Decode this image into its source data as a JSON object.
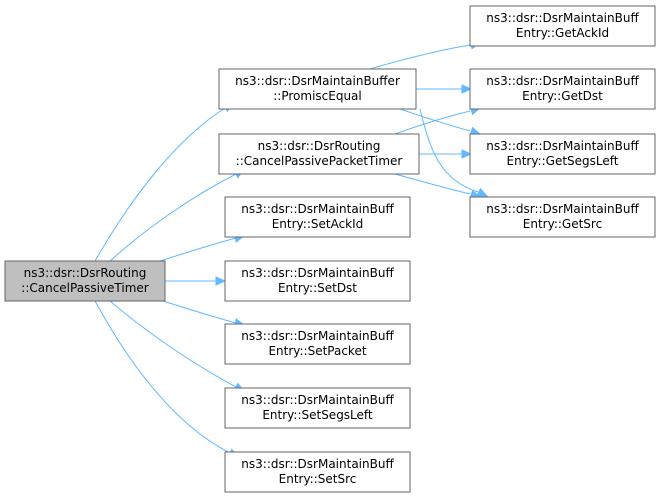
{
  "graph": {
    "nodes": [
      {
        "id": "root",
        "lines": [
          "ns3::dsr::DsrRouting",
          "::CancelPassiveTimer"
        ],
        "root": true
      },
      {
        "id": "promisc",
        "lines": [
          "ns3::dsr::DsrMaintainBuffer",
          "::PromiscEqual"
        ]
      },
      {
        "id": "cancelpkt",
        "lines": [
          "ns3::dsr::DsrRouting",
          "::CancelPassivePacketTimer"
        ]
      },
      {
        "id": "setackid",
        "lines": [
          "ns3::dsr::DsrMaintainBuff",
          "Entry::SetAckId"
        ]
      },
      {
        "id": "setdst",
        "lines": [
          "ns3::dsr::DsrMaintainBuff",
          "Entry::SetDst"
        ]
      },
      {
        "id": "setpacket",
        "lines": [
          "ns3::dsr::DsrMaintainBuff",
          "Entry::SetPacket"
        ]
      },
      {
        "id": "setsegsleft",
        "lines": [
          "ns3::dsr::DsrMaintainBuff",
          "Entry::SetSegsLeft"
        ]
      },
      {
        "id": "setsrc",
        "lines": [
          "ns3::dsr::DsrMaintainBuff",
          "Entry::SetSrc"
        ]
      },
      {
        "id": "getackid",
        "lines": [
          "ns3::dsr::DsrMaintainBuff",
          "Entry::GetAckId"
        ]
      },
      {
        "id": "getdst",
        "lines": [
          "ns3::dsr::DsrMaintainBuff",
          "Entry::GetDst"
        ]
      },
      {
        "id": "getsegsleft",
        "lines": [
          "ns3::dsr::DsrMaintainBuff",
          "Entry::GetSegsLeft"
        ]
      },
      {
        "id": "getsrc",
        "lines": [
          "ns3::dsr::DsrMaintainBuff",
          "Entry::GetSrc"
        ]
      }
    ],
    "edges": [
      {
        "from": "root",
        "to": "promisc"
      },
      {
        "from": "root",
        "to": "cancelpkt"
      },
      {
        "from": "root",
        "to": "setackid"
      },
      {
        "from": "root",
        "to": "setdst"
      },
      {
        "from": "root",
        "to": "setpacket"
      },
      {
        "from": "root",
        "to": "setsegsleft"
      },
      {
        "from": "root",
        "to": "setsrc"
      },
      {
        "from": "promisc",
        "to": "getackid"
      },
      {
        "from": "promisc",
        "to": "getdst"
      },
      {
        "from": "promisc",
        "to": "getsegsleft"
      },
      {
        "from": "promisc",
        "to": "getsrc"
      },
      {
        "from": "cancelpkt",
        "to": "getdst"
      },
      {
        "from": "cancelpkt",
        "to": "getsegsleft"
      },
      {
        "from": "cancelpkt",
        "to": "getsrc"
      }
    ]
  },
  "colors": {
    "edge": "#63b8ff",
    "node_border": "#666666",
    "root_fill": "#bfbfbf"
  }
}
